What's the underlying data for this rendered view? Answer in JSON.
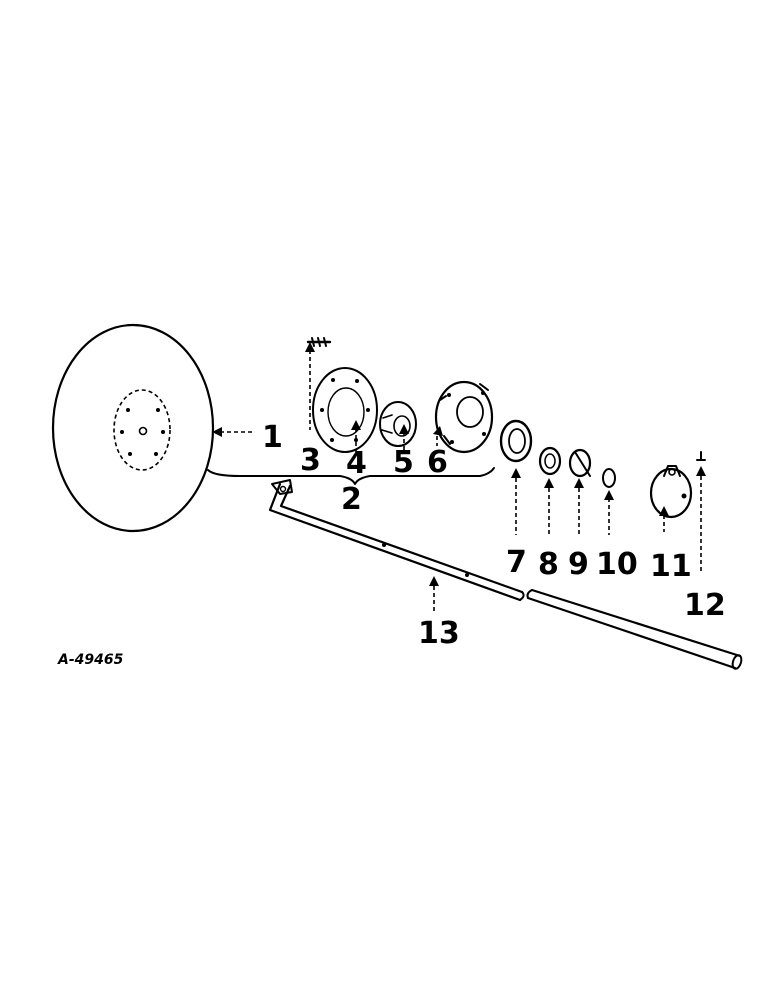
{
  "diagram": {
    "figure_id": "A-49465",
    "callouts": [
      {
        "key": "c1",
        "label": "1",
        "part": "disc"
      },
      {
        "key": "c2",
        "label": "2",
        "part": "bearing-assembly"
      },
      {
        "key": "c3",
        "label": "3",
        "part": "grease-fitting"
      },
      {
        "key": "c4",
        "label": "4",
        "part": "bearing-plate"
      },
      {
        "key": "c5",
        "label": "5",
        "part": "bearing-insert"
      },
      {
        "key": "c6",
        "label": "6",
        "part": "bearing-housing"
      },
      {
        "key": "c7",
        "label": "7",
        "part": "seal"
      },
      {
        "key": "c8",
        "label": "8",
        "part": "washer"
      },
      {
        "key": "c9",
        "label": "9",
        "part": "spring-washer"
      },
      {
        "key": "c10",
        "label": "10",
        "part": "ring"
      },
      {
        "key": "c11",
        "label": "11",
        "part": "hub-cap"
      },
      {
        "key": "c12",
        "label": "12",
        "part": "small-fitting"
      },
      {
        "key": "c13",
        "label": "13",
        "part": "axle-shaft"
      }
    ]
  }
}
